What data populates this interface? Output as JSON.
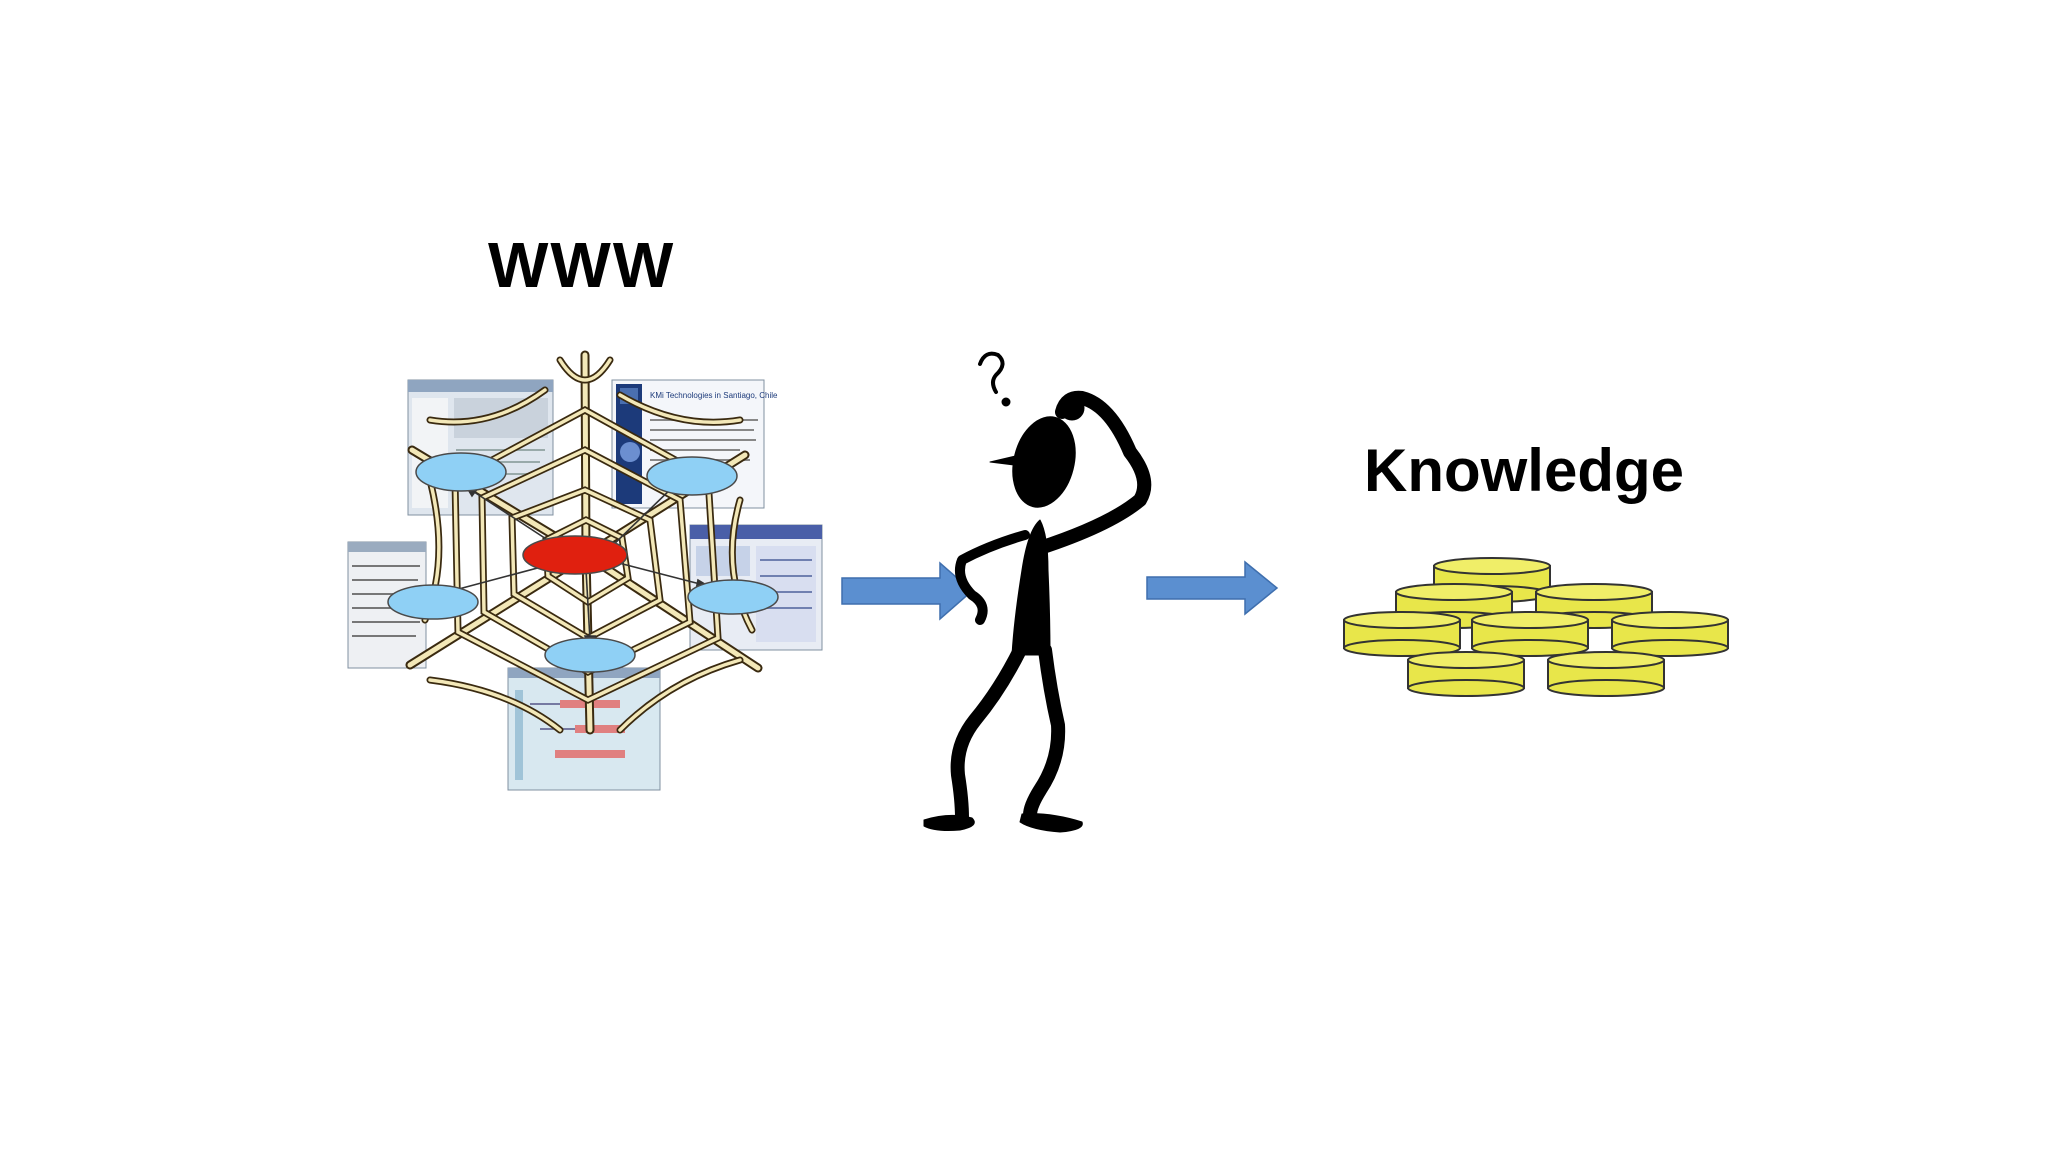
{
  "slide": {
    "www_title": "WWW",
    "knowledge_title": "Knowledge"
  },
  "webpages": {
    "top_right_heading": "KMi Technologies in Santiago, Chile"
  },
  "icons": [
    "spider-web-icon",
    "confused-person-icon",
    "question-mark-icon",
    "arrow-right-icon",
    "gold-coins-icon"
  ],
  "colors": {
    "arrow": "#5b8fd0",
    "central_node": "#e0200f",
    "outer_node": "#8fd0f5",
    "coin": "#e8e64a",
    "web_strand": "#f3e8b8"
  }
}
